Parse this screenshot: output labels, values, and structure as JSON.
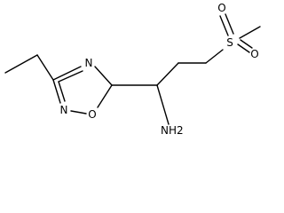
{
  "molecule": {
    "atoms": {
      "n_top": "N",
      "o_ring": "O",
      "n_bottom": "N",
      "amine": "NH2",
      "sulfur": "S",
      "o_sulfonyl_top": "O",
      "o_sulfonyl_right": "O"
    }
  }
}
